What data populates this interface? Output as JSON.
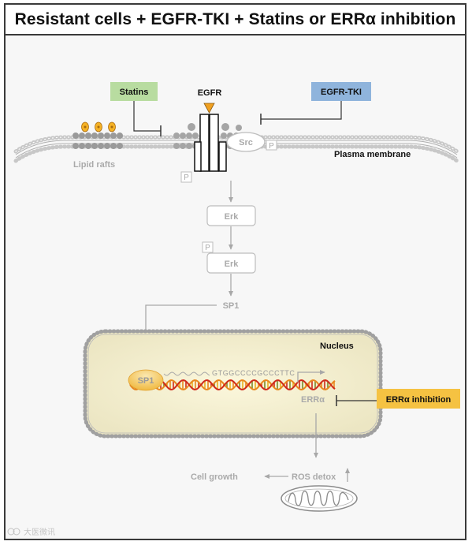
{
  "title": "Resistant cells + EGFR-TKI + Statins or ERRα inhibition",
  "labels": {
    "statins": "Statins",
    "egfr": "EGFR",
    "egfr_tki": "EGFR-TKI",
    "src": "Src",
    "phospho": "P",
    "lipid_rafts": "Lipid rafts",
    "plasma_membrane": "Plasma membrane",
    "erk": "Erk",
    "sp1": "SP1",
    "nucleus": "Nucleus",
    "dna_sequence": "GTGGCCCCGCCCTTC",
    "erra": "ERRα",
    "erra_inhibition": "ERRα inhibition",
    "cell_growth": "Cell growth",
    "ros_detox": "ROS detox",
    "watermark": "大医微讯"
  },
  "colors": {
    "statins_box": "#b8dca0",
    "egfr_tki_box": "#8fb4dc",
    "erra_box": "#f5c242",
    "egfr_ligand": "#f0a020",
    "lipid_beads": "#f5b225",
    "membrane_head": "#c9c9c9",
    "nucleus_fill": "#f6f1d6",
    "dna_orange": "#e8861e",
    "dna_red": "#cf2a1a",
    "inactive_text": "#aaaaaa"
  },
  "icons": [
    "lipid-bead-icon",
    "egfr-receptor-icon",
    "ligand-triangle-icon",
    "dna-helix-icon",
    "mitochondrion-icon"
  ]
}
